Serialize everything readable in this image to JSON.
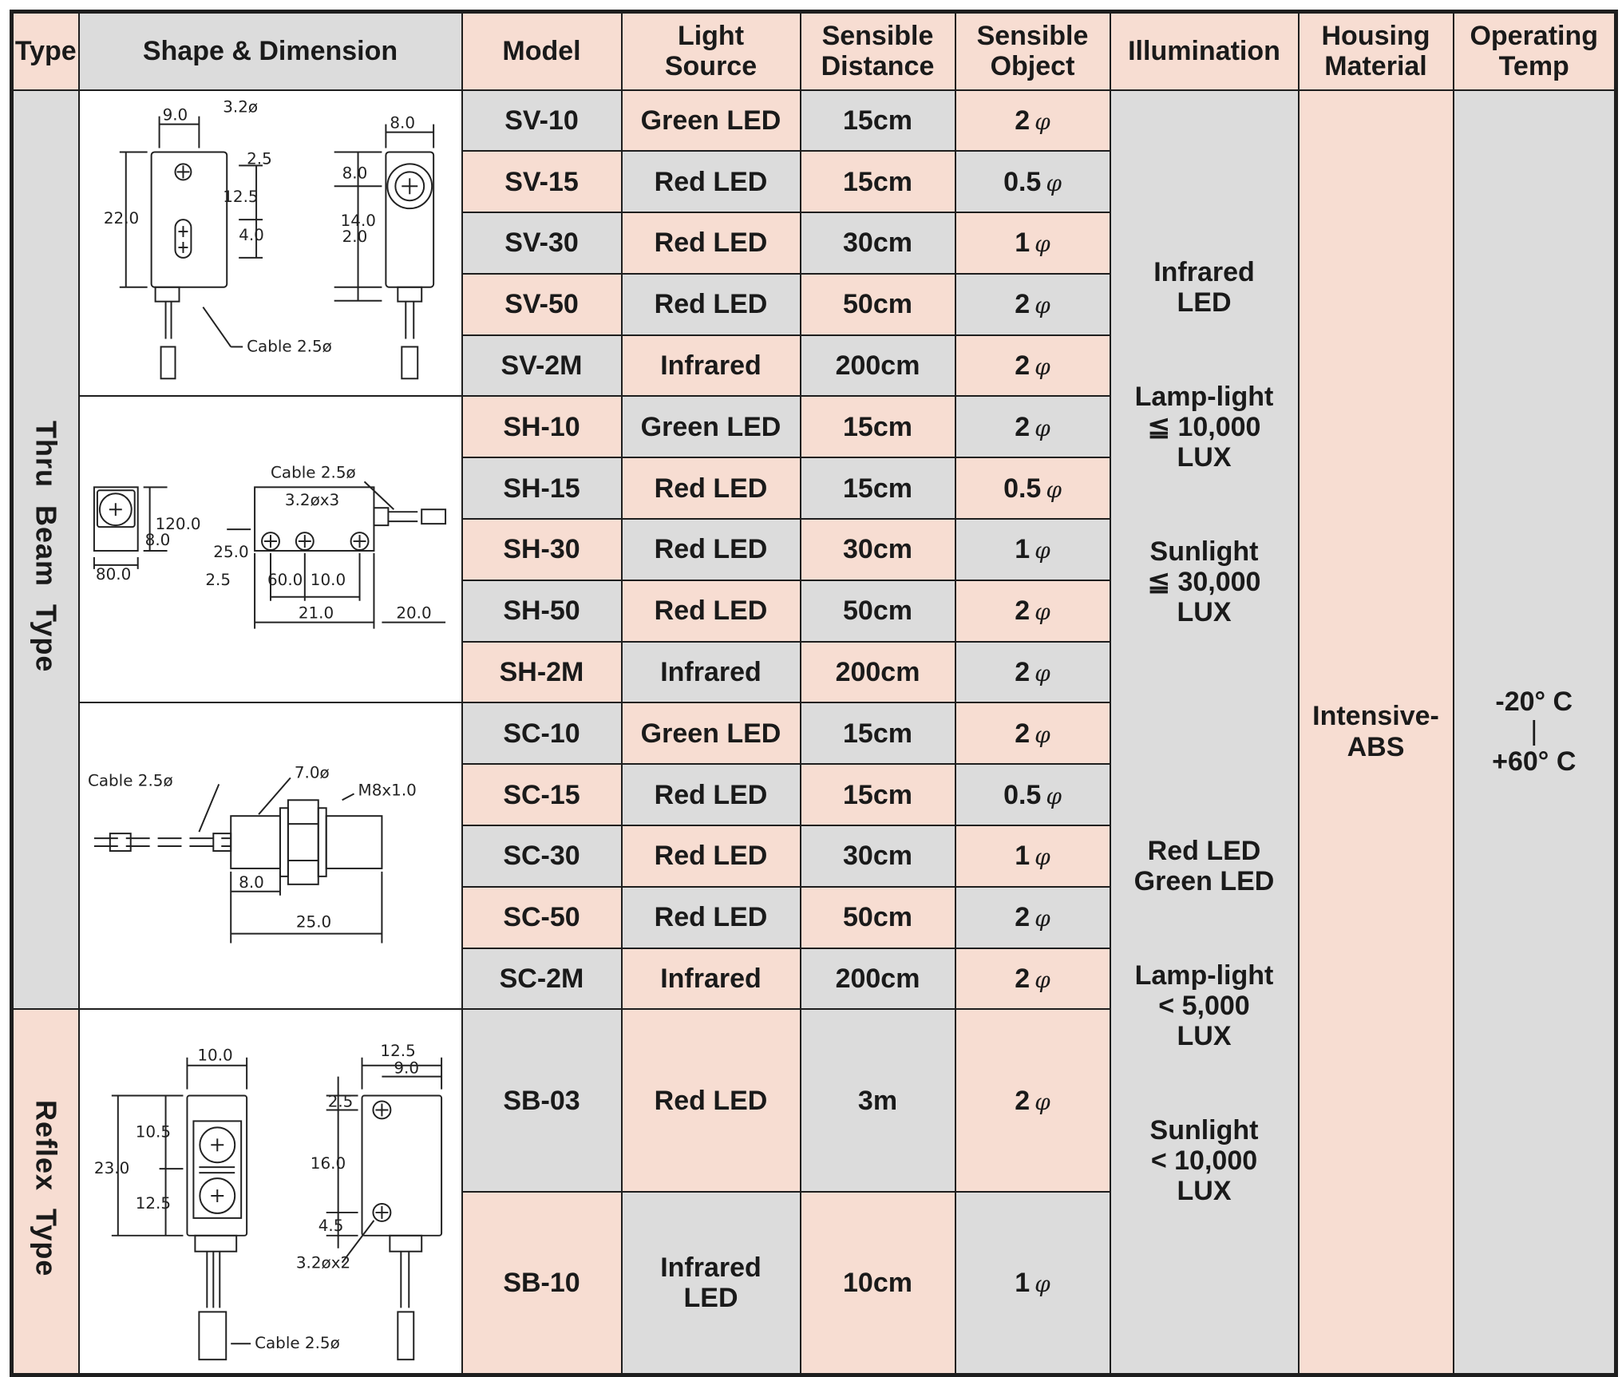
{
  "headers": {
    "type": "Type",
    "shape": "Shape & Dimension",
    "model": "Model",
    "light_source": "Light\nSource",
    "distance": "Sensible\nDistance",
    "object": "Sensible\nObject",
    "illumination": "Illumination",
    "housing": "Housing\nMaterial",
    "temp": "Operating\nTemp"
  },
  "types": {
    "thru_beam": "Thru  Beam  Type",
    "reflex": "Reflex  Type"
  },
  "phi_symbol": "φ",
  "rows": [
    {
      "model": "SV-10",
      "source": "Green LED",
      "distance": "15cm",
      "object": "2"
    },
    {
      "model": "SV-15",
      "source": "Red LED",
      "distance": "15cm",
      "object": "0.5"
    },
    {
      "model": "SV-30",
      "source": "Red LED",
      "distance": "30cm",
      "object": "1"
    },
    {
      "model": "SV-50",
      "source": "Red LED",
      "distance": "50cm",
      "object": "2"
    },
    {
      "model": "SV-2M",
      "source": "Infrared",
      "distance": "200cm",
      "object": "2"
    },
    {
      "model": "SH-10",
      "source": "Green LED",
      "distance": "15cm",
      "object": "2"
    },
    {
      "model": "SH-15",
      "source": "Red LED",
      "distance": "15cm",
      "object": "0.5"
    },
    {
      "model": "SH-30",
      "source": "Red LED",
      "distance": "30cm",
      "object": "1"
    },
    {
      "model": "SH-50",
      "source": "Red LED",
      "distance": "50cm",
      "object": "2"
    },
    {
      "model": "SH-2M",
      "source": "Infrared",
      "distance": "200cm",
      "object": "2"
    },
    {
      "model": "SC-10",
      "source": "Green LED",
      "distance": "15cm",
      "object": "2"
    },
    {
      "model": "SC-15",
      "source": "Red LED",
      "distance": "15cm",
      "object": "0.5"
    },
    {
      "model": "SC-30",
      "source": "Red LED",
      "distance": "30cm",
      "object": "1"
    },
    {
      "model": "SC-50",
      "source": "Red LED",
      "distance": "50cm",
      "object": "2"
    },
    {
      "model": "SC-2M",
      "source": "Infrared",
      "distance": "200cm",
      "object": "2"
    }
  ],
  "reflex_rows": [
    {
      "model": "SB-03",
      "source": "Red LED",
      "distance": "3m",
      "object": "2"
    },
    {
      "model": "SB-10",
      "source": "Infrared\nLED",
      "distance": "10cm",
      "object": "1"
    }
  ],
  "illumination": {
    "a1": "Infrared",
    "a2": "LED",
    "b1": "Lamp-light",
    "b2": "≦ 10,000",
    "b3": "LUX",
    "c1": "Sunlight",
    "c2": "≦ 30,000",
    "c3": "LUX",
    "d1": "Red LED",
    "d2": "Green LED",
    "e1": "Lamp-light",
    "e2": "< 5,000",
    "e3": "LUX",
    "f1": "Sunlight",
    "f2": "< 10,000",
    "f3": "LUX"
  },
  "housing": {
    "line1": "Intensive-",
    "line2": "ABS"
  },
  "temp": {
    "low": "-20° C",
    "sep": "|",
    "high": "+60° C"
  },
  "dims": {
    "sv": {
      "d1": "9.0",
      "d2": "3.2ø",
      "d3": "8.0",
      "d4": "2.5",
      "d5": "8.0",
      "d6": "12.5",
      "d7": "22.0",
      "d8": "14.0",
      "d9": "2.0",
      "d10": "4.0",
      "cable": "Cable  2.5ø"
    },
    "sh": {
      "cable": "Cable  2.5ø",
      "holes": "3.2øx3",
      "d1": "120.0",
      "d2": "8.0",
      "d3": "25.0",
      "d4": "80.0",
      "d5": "2.5",
      "d6": "60.0",
      "d7": "10.0",
      "d8": "21.0",
      "d9": "20.0"
    },
    "sc": {
      "cable": "Cable  2.5ø",
      "d1": "7.0ø",
      "thread": "M8x1.0",
      "d2": "8.0",
      "d3": "25.0"
    },
    "sb": {
      "d1": "10.0",
      "d2": "12.5",
      "d3": "9.0",
      "d4": "10.5",
      "d5": "2.5",
      "d6": "23.0",
      "d7": "16.0",
      "d8": "12.5",
      "d9": "4.5",
      "holes": "3.2øx2",
      "cable": "Cable  2.5ø"
    }
  }
}
